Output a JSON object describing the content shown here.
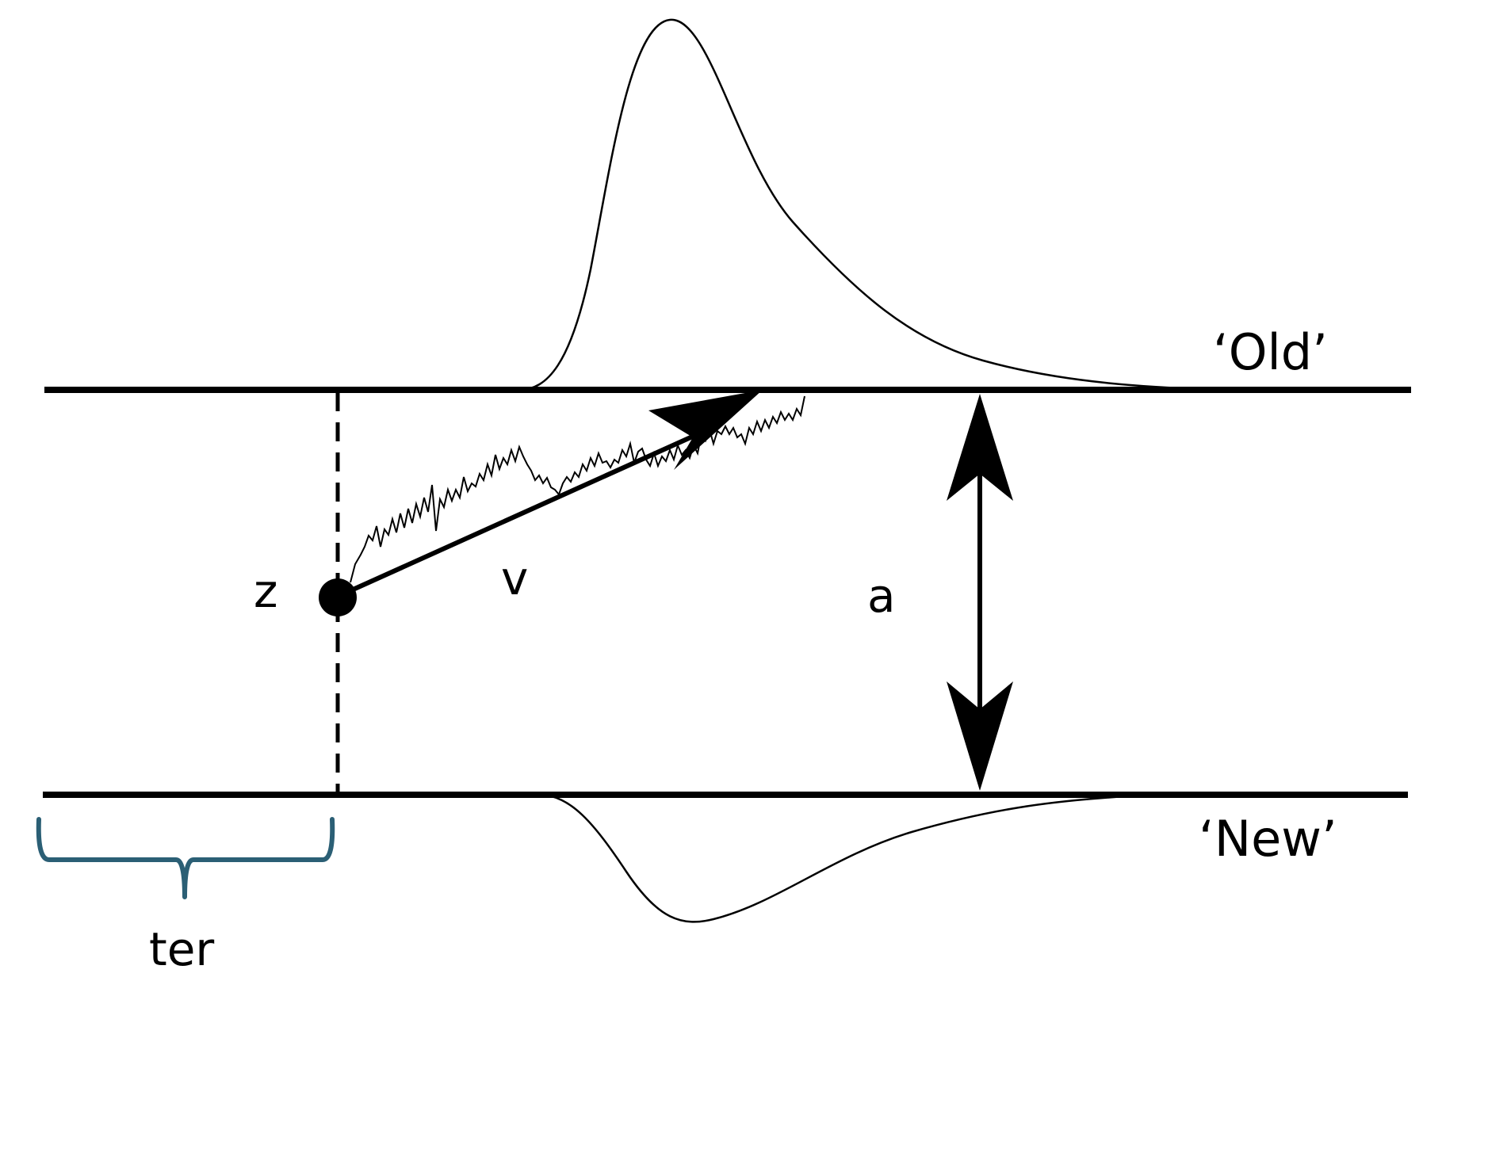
{
  "labels": {
    "upper_boundary": "‘Old’",
    "lower_boundary": "‘New’",
    "starting_point": "z",
    "drift_rate": "v",
    "boundary_separation": "a",
    "non_decision_time": "ter"
  },
  "colors": {
    "ink": "#000000",
    "brace": "#2b5f75",
    "background": "#ffffff"
  }
}
